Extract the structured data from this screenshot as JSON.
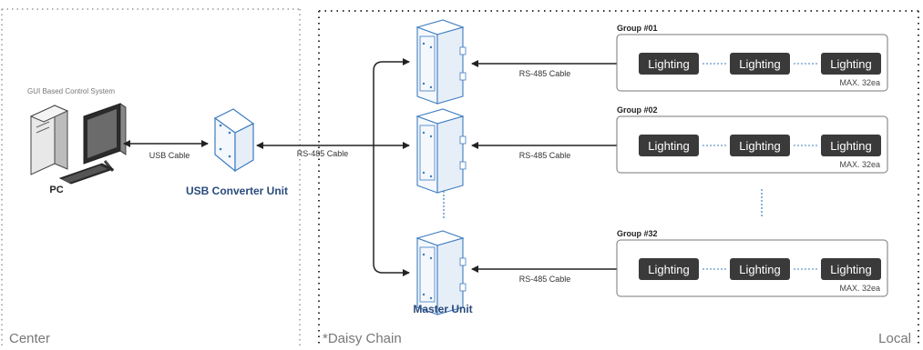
{
  "regions": {
    "center": "Center",
    "daisy_chain": "*Daisy Chain",
    "local": "Local"
  },
  "pc": {
    "caption": "GUI Based Control System",
    "label": "PC",
    "icon": "desktop-computer-icon"
  },
  "usb_converter": {
    "label": "USB Converter Unit",
    "icon": "converter-box-icon"
  },
  "master_unit": {
    "label": "Master Unit",
    "icon": "enclosure-cabinet-icon"
  },
  "cables": {
    "usb": "USB Cable",
    "rs485": "RS-485 Cable"
  },
  "groups": [
    {
      "title": "Group #01",
      "lights": [
        "Lighting",
        "Lighting",
        "Lighting"
      ],
      "max": "MAX. 32ea"
    },
    {
      "title": "Group #02",
      "lights": [
        "Lighting",
        "Lighting",
        "Lighting"
      ],
      "max": "MAX. 32ea"
    },
    {
      "title": "Group #32",
      "lights": [
        "Lighting",
        "Lighting",
        "Lighting"
      ],
      "max": "MAX. 32ea"
    }
  ],
  "colors": {
    "accent_blue": "#2a4b7c",
    "device_stroke": "#3d7cc0",
    "device_fill": "#f4f8fc",
    "lighting_fill": "#3a3a3a",
    "lighting_text": "#ffffff",
    "border_dotted": "#999999",
    "arrow": "#222222"
  }
}
